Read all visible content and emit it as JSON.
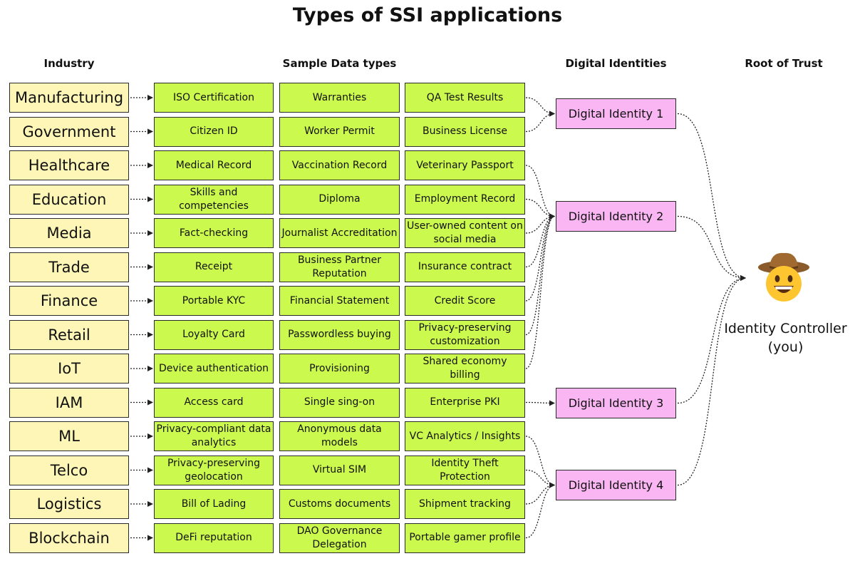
{
  "title": "Types of SSI applications",
  "headers": {
    "industry": "Industry",
    "data_types": "Sample Data types",
    "identities": "Digital Identities",
    "root": "Root of Trust"
  },
  "rows": [
    {
      "industry": "Manufacturing",
      "data": [
        "ISO Certification",
        "Warranties",
        "QA Test Results"
      ]
    },
    {
      "industry": "Government",
      "data": [
        "Citizen ID",
        "Worker Permit",
        "Business License"
      ]
    },
    {
      "industry": "Healthcare",
      "data": [
        "Medical Record",
        "Vaccination Record",
        "Veterinary Passport"
      ]
    },
    {
      "industry": "Education",
      "data": [
        "Skills and competencies",
        "Diploma",
        "Employment Record"
      ]
    },
    {
      "industry": "Media",
      "data": [
        "Fact-checking",
        "Journalist Accreditation",
        "User-owned content on social media"
      ]
    },
    {
      "industry": "Trade",
      "data": [
        "Receipt",
        "Business Partner Reputation",
        "Insurance contract"
      ]
    },
    {
      "industry": "Finance",
      "data": [
        "Portable KYC",
        "Financial Statement",
        "Credit Score"
      ]
    },
    {
      "industry": "Retail",
      "data": [
        "Loyalty Card",
        "Passwordless buying",
        "Privacy-preserving customization"
      ]
    },
    {
      "industry": "IoT",
      "data": [
        "Device authentication",
        "Provisioning",
        "Shared economy billing"
      ]
    },
    {
      "industry": "IAM",
      "data": [
        "Access card",
        "Single sing-on",
        "Enterprise PKI"
      ]
    },
    {
      "industry": "ML",
      "data": [
        "Privacy-compliant data analytics",
        "Anonymous data models",
        "VC Analytics / Insights"
      ]
    },
    {
      "industry": "Telco",
      "data": [
        "Privacy-preserving geolocation",
        "Virtual SIM",
        "Identity Theft Protection"
      ]
    },
    {
      "industry": "Logistics",
      "data": [
        "Bill of Lading",
        "Customs documents",
        "Shipment tracking"
      ]
    },
    {
      "industry": "Blockchain",
      "data": [
        "DeFi reputation",
        "DAO Governance Delegation",
        "Portable gamer profile"
      ]
    }
  ],
  "identities": [
    {
      "label": "Digital Identity 1",
      "rows": [
        0,
        1
      ]
    },
    {
      "label": "Digital Identity 2",
      "rows": [
        2,
        3,
        4,
        5,
        6,
        7,
        8
      ]
    },
    {
      "label": "Digital Identity 3",
      "rows": [
        9
      ]
    },
    {
      "label": "Digital Identity 4",
      "rows": [
        10,
        11,
        12,
        13
      ]
    }
  ],
  "controller": {
    "icon": "cowboy-emoji-icon",
    "line1": "Identity Controller",
    "line2": "(you)"
  },
  "colors": {
    "industry": "#fdf6b6",
    "data": "#ccf94d",
    "identity": "#f9b6f2",
    "connector": "#222222"
  }
}
